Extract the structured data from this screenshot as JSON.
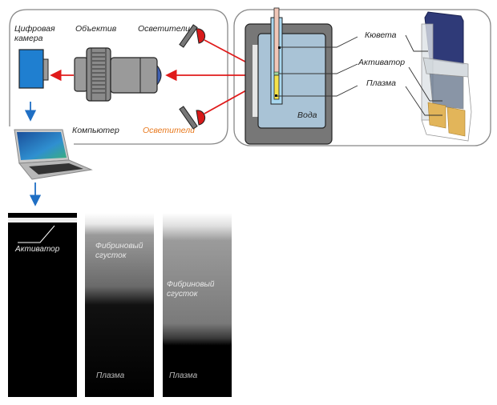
{
  "left_setup": {
    "camera_label": "Цифровая камера",
    "camera_label_line1": "Цифровая",
    "camera_label_line2": "камера",
    "lens_label": "Объектив",
    "illuminator_top_label": "Осветители",
    "illuminator_bottom_label": "Осветители",
    "computer_label": "Компьютер"
  },
  "right_setup": {
    "water_label": "Вода",
    "cuvette_label": "Кювета",
    "activator_label": "Активатор",
    "plasma_label": "Плазма"
  },
  "panels": [
    {
      "id": "panel-1",
      "labels": [
        "Активатор"
      ]
    },
    {
      "id": "panel-2",
      "clot_line1": "Фибриновый",
      "clot_line2": "сгусток",
      "plasma": "Плазма"
    },
    {
      "id": "panel-3",
      "clot_line1": "Фибриновый",
      "clot_line2": "сгусток",
      "plasma": "Плазма"
    }
  ],
  "colors": {
    "arrow_red": "#e01b1b",
    "arrow_blue": "#1f6fc4",
    "camera_blue": "#1f7fd0",
    "orange_label": "#e8791e",
    "water": "#a9c3d6",
    "plasma_yellow": "#f4e24a"
  }
}
